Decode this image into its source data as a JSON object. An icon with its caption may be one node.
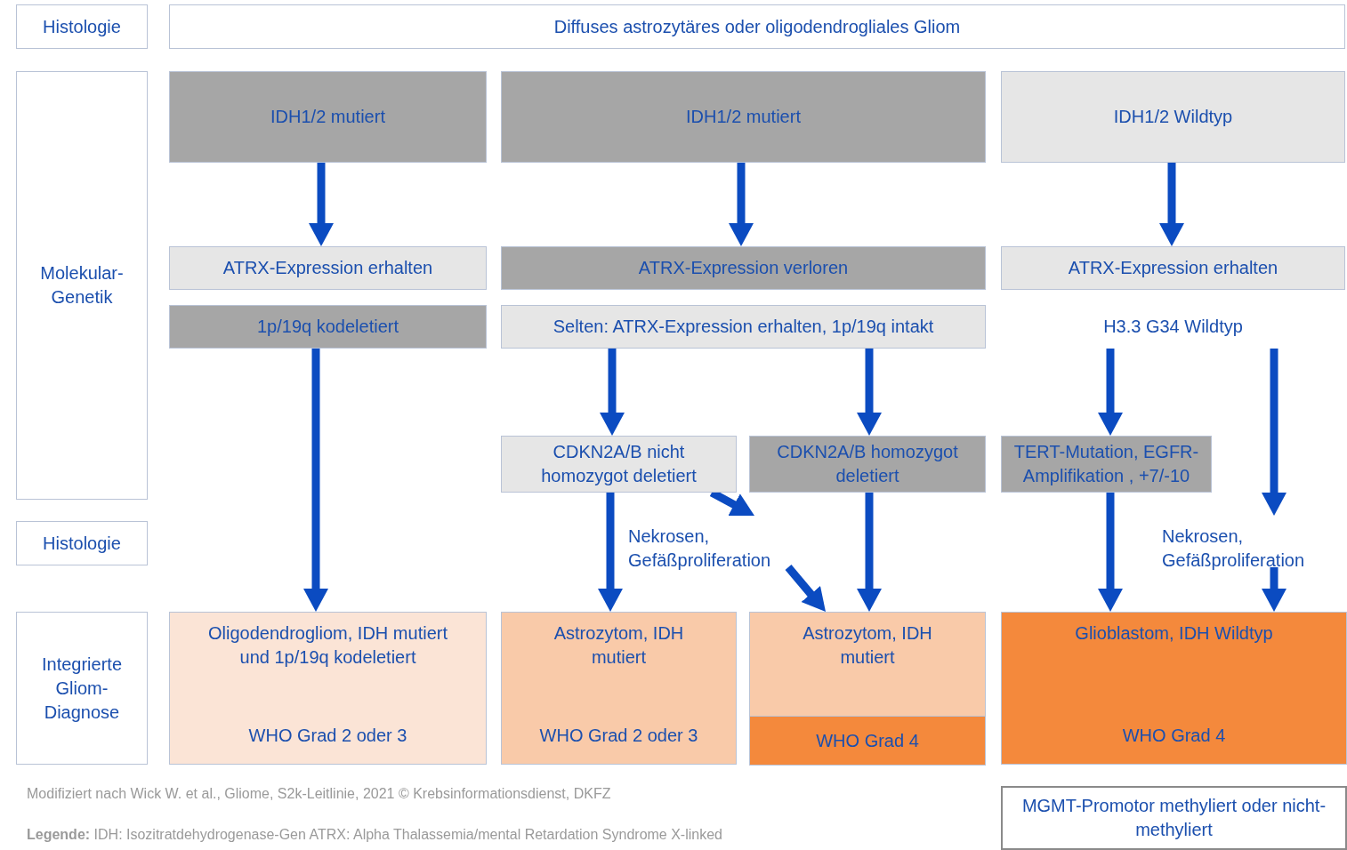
{
  "diagram": {
    "nodes": [
      {
        "text": [
          "Histologie"
        ]
      },
      {
        "text": [
          "Diffuses astrozytäres oder oligodendrogliales Gliom"
        ]
      },
      {
        "text": [
          "Molekular-Genetik"
        ]
      },
      {
        "text": [
          "IDH1/2 mutiert"
        ]
      },
      {
        "text": [
          "IDH1/2 mutiert"
        ]
      },
      {
        "text": [
          "IDH1/2 Wildtyp"
        ]
      },
      {
        "text": [
          "ATRX-Expression erhalten"
        ]
      },
      {
        "text": [
          "ATRX-Expression verloren"
        ]
      },
      {
        "text": [
          "ATRX-Expression erhalten"
        ]
      },
      {
        "text": [
          "1p/19q kodeletiert"
        ]
      },
      {
        "text": [
          "Selten: ATRX-Expression erhalten, 1p/19q intakt"
        ]
      },
      {
        "text": [
          "H3.3 G34 Wildtyp"
        ]
      },
      {
        "text": [
          "CDKN2A/B nicht homozygot deletiert"
        ]
      },
      {
        "text": [
          "CDKN2A/B homozygot deletiert"
        ]
      },
      {
        "text": [
          "TERT-Mutation, EGFR-Amplifikation , +7/-10"
        ]
      },
      {
        "text": [
          "Histologie"
        ]
      },
      {
        "text": [
          "Nekrosen, Gefäßproliferation"
        ]
      },
      {
        "text": [
          "Nekrosen, Gefäßproliferation"
        ]
      },
      {
        "text": [
          "Integrierte Gliom-Diagnose"
        ]
      },
      {
        "text": [
          "Oligodendrogliom, IDH mutiert und 1p/19q kodeletiert",
          "WHO Grad 2 oder 3"
        ]
      },
      {
        "text": [
          "Astrozytom, IDH mutiert",
          "WHO Grad 2 oder 3"
        ]
      },
      {
        "text": [
          "Astrozytom, IDH mutiert"
        ]
      },
      {
        "text": [
          "WHO Grad 4"
        ],
        "in": 21
      },
      {
        "text": [
          "Glioblastom, IDH Wildtyp",
          "WHO Grad 4"
        ]
      },
      {
        "text": [
          "MGMT-Promotor methyliert oder nicht-methyliert"
        ]
      }
    ],
    "edges": [
      {
        "from": 3,
        "to": 6,
        "arrow": "to"
      },
      {
        "from": 4,
        "to": 7,
        "arrow": "to"
      },
      {
        "from": 5,
        "to": 8,
        "arrow": "to"
      },
      {
        "from": 9,
        "to": 19,
        "arrow": "to"
      },
      {
        "from": 10,
        "to": 12,
        "arrow": "to"
      },
      {
        "from": 10,
        "to": 13,
        "arrow": "to"
      },
      {
        "from": 11,
        "to": 14,
        "arrow": "to"
      },
      {
        "from": 11,
        "to": 17,
        "arrow": "to"
      },
      {
        "from": 12,
        "to": 20,
        "arrow": "to"
      },
      {
        "from": 12,
        "to": 16,
        "arrow": "to"
      },
      {
        "from": 16,
        "to": 21,
        "arrow": "to"
      },
      {
        "from": 13,
        "to": 21,
        "arrow": "to"
      },
      {
        "from": 14,
        "to": 23,
        "arrow": "to"
      },
      {
        "from": 17,
        "to": 23,
        "arrow": "to"
      }
    ],
    "labels": [
      "Modifiziert nach Wick W. et al., Gliome, S2k-Leitlinie, 2021 © Krebsinformationsdienst, DKFZ",
      "**Legende:** IDH: Isozitratdehydrogenase-Gen ATRX: Alpha Thalassemia/mental Retardation Syndrome X-linked"
    ]
  }
}
